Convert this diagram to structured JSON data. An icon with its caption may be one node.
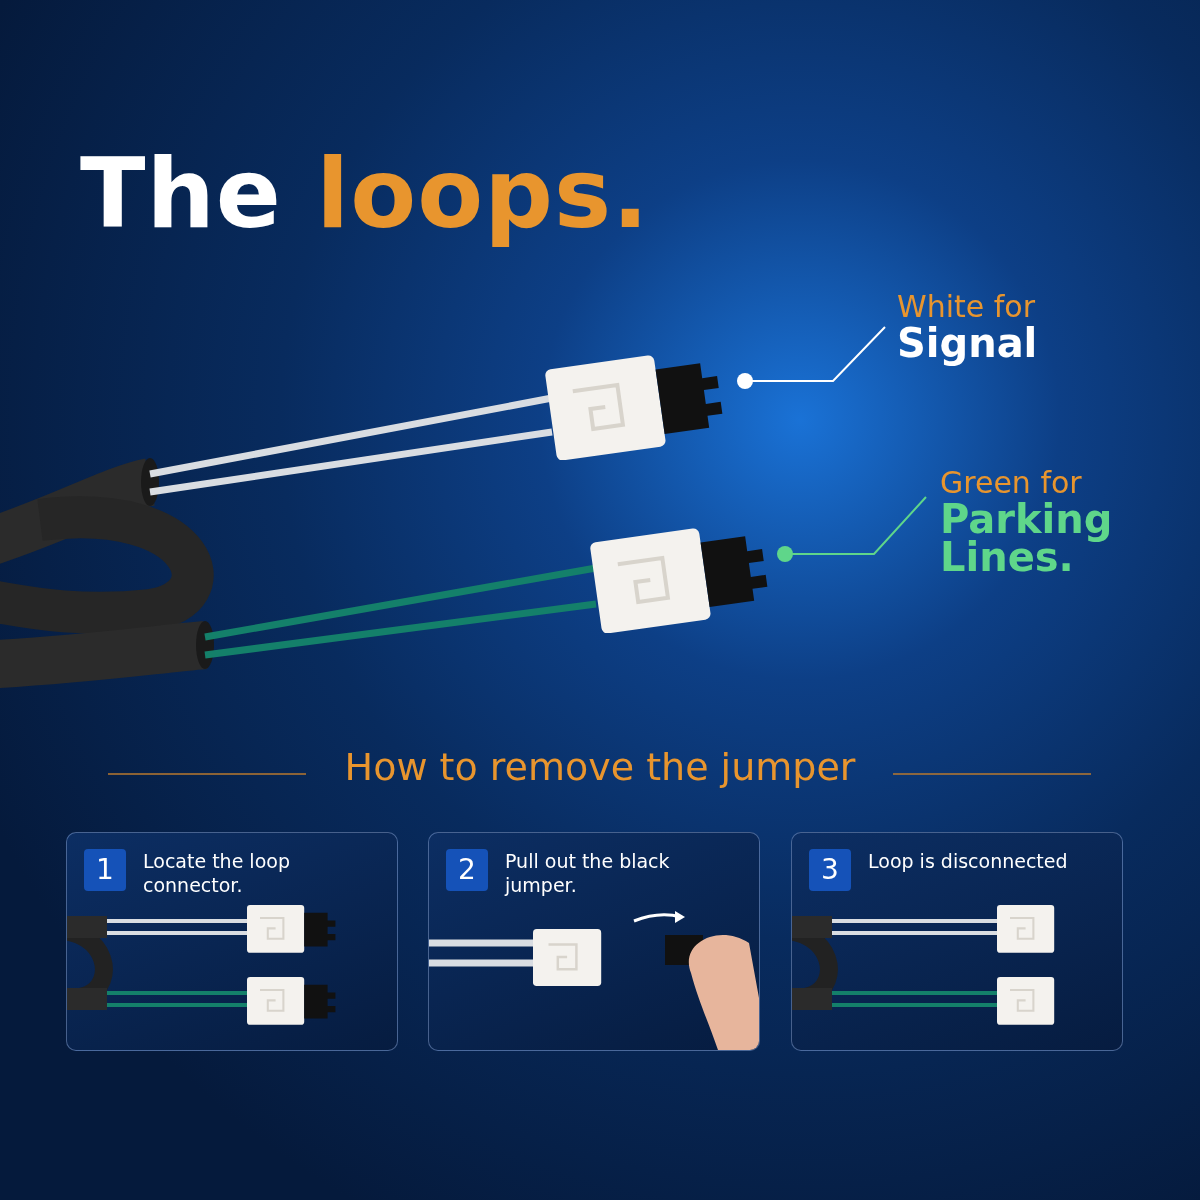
{
  "diagram": {
    "title": "The loops.",
    "nodes": [
      {
        "text": [
          "White for",
          "Signal"
        ]
      },
      {
        "text": [],
        "shape": "picture"
      },
      {
        "text": [
          "Green for",
          "Parking Lines."
        ]
      },
      {
        "text": [],
        "shape": "picture"
      },
      {
        "text": [
          "1",
          "Locate the loop connector."
        ]
      },
      {
        "text": [
          "2",
          "Pull out the black jumper."
        ]
      },
      {
        "text": [
          "3",
          "Loop is disconnected"
        ]
      }
    ],
    "edges": [
      {
        "from": 0,
        "to": 1,
        "arrow": "other",
        "color": "#ffffff"
      },
      {
        "from": 2,
        "to": 3,
        "arrow": "other",
        "color": "#5fd68a"
      }
    ],
    "labels": [
      "How to remove the jumper"
    ]
  }
}
